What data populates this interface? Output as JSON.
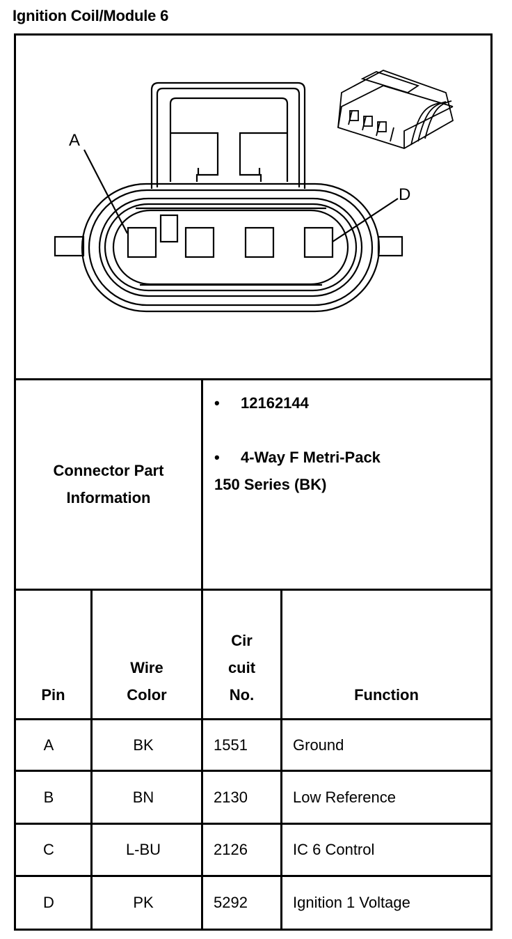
{
  "title": "Ignition Coil/Module 6",
  "diagram": {
    "pin_label_left": "A",
    "pin_label_right": "D"
  },
  "connector_info": {
    "label_line1": "Connector Part",
    "label_line2": "Information",
    "bullet_symbol": "•",
    "items": [
      {
        "line1": "12162144"
      },
      {
        "line1": "4-Way F Metri-Pack",
        "line2": "150 Series (BK)"
      }
    ]
  },
  "table": {
    "headers": {
      "pin": "Pin",
      "wire_color_1": "Wire",
      "wire_color_2": "Color",
      "circuit_1": "Cir",
      "circuit_2": "cuit",
      "circuit_3": "No.",
      "function": "Function"
    },
    "rows": [
      {
        "pin": "A",
        "wire_color": "BK",
        "circuit": "1551",
        "function": "Ground"
      },
      {
        "pin": "B",
        "wire_color": "BN",
        "circuit": "2130",
        "function": "Low Reference"
      },
      {
        "pin": "C",
        "wire_color": "L-BU",
        "circuit": "2126",
        "function": "IC 6 Control"
      },
      {
        "pin": "D",
        "wire_color": "PK",
        "circuit": "5292",
        "function": "Ignition 1 Voltage"
      }
    ]
  }
}
